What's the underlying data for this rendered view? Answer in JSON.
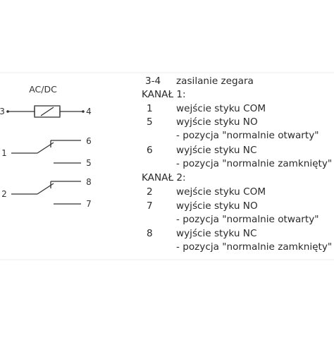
{
  "schematic": {
    "supply_label": "AC/DC",
    "coil_terminals": [
      "3",
      "4"
    ],
    "channel1_terminals": {
      "common": "1",
      "no": "6",
      "nc": "5"
    },
    "channel2_terminals": {
      "common": "2",
      "no": "8",
      "nc": "7"
    }
  },
  "legend": [
    {
      "num": "3-4",
      "text": "zasilanie zegara"
    },
    {
      "heading": "KANAŁ 1:"
    },
    {
      "num": "1",
      "text": "wejście styku COM"
    },
    {
      "num": "5",
      "text": "wyjście styku NO"
    },
    {
      "text": "- pozycja \"normalnie otwarty\""
    },
    {
      "num": "6",
      "text": "wyjście styku NC"
    },
    {
      "text": "- pozycja \"normalnie zamknięty\""
    },
    {
      "heading": "KANAŁ 2:"
    },
    {
      "num": "2",
      "text": "wejście styku COM"
    },
    {
      "num": "7",
      "text": "wyjście styku NO"
    },
    {
      "text": "- pozycja \"normalnie otwarty\""
    },
    {
      "num": "8",
      "text": "wyjście styku NC"
    },
    {
      "text": "- pozycja \"normalnie zamknięty\""
    }
  ]
}
